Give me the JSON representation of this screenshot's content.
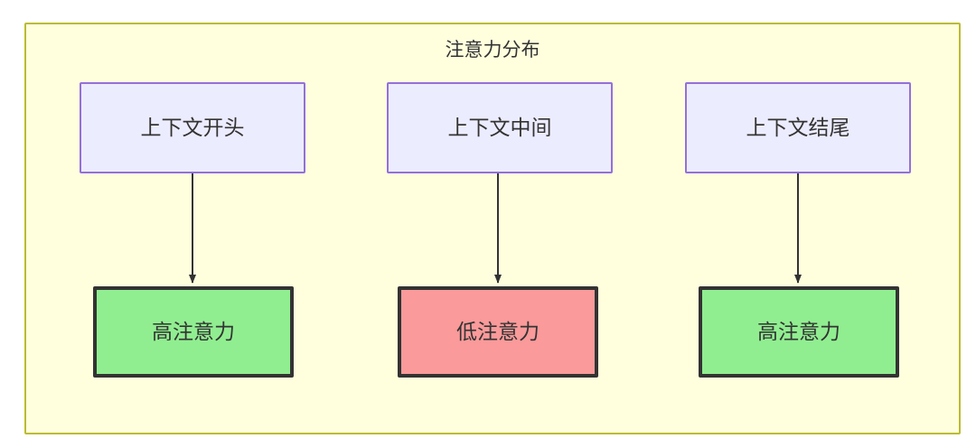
{
  "diagram": {
    "title": "注意力分布",
    "container": {
      "fill": "#ffffde",
      "stroke": "#bbbb33"
    },
    "nodes": {
      "top": [
        {
          "id": "context-start",
          "label": "上下文开头",
          "fill": "#ececff",
          "stroke": "#9370db"
        },
        {
          "id": "context-middle",
          "label": "上下文中间",
          "fill": "#ececff",
          "stroke": "#9370db"
        },
        {
          "id": "context-end",
          "label": "上下文结尾",
          "fill": "#ececff",
          "stroke": "#9370db"
        }
      ],
      "bottom": [
        {
          "id": "high-attention-start",
          "label": "高注意力",
          "fill": "#90ee90",
          "stroke": "#333333"
        },
        {
          "id": "low-attention-middle",
          "label": "低注意力",
          "fill": "#fa9a9a",
          "stroke": "#333333"
        },
        {
          "id": "high-attention-end",
          "label": "高注意力",
          "fill": "#90ee90",
          "stroke": "#333333"
        }
      ]
    },
    "edges": [
      {
        "from": "context-start",
        "to": "high-attention-start",
        "label": ""
      },
      {
        "from": "context-middle",
        "to": "low-attention-middle",
        "label": ""
      },
      {
        "from": "context-end",
        "to": "high-attention-end",
        "label": ""
      }
    ],
    "edge_color": "#333333",
    "text_color": "#333333"
  }
}
